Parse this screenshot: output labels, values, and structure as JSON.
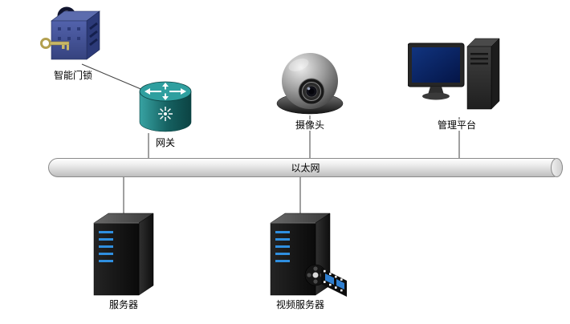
{
  "diagram": {
    "nodes": {
      "smart_lock": {
        "label": "智能门锁"
      },
      "gateway": {
        "label": "网关"
      },
      "camera": {
        "label": "摄像头"
      },
      "management_platform": {
        "label": "管理平台"
      },
      "server": {
        "label": "服务器"
      },
      "video_server": {
        "label": "视频服务器"
      }
    },
    "bus": {
      "label": "以太网"
    },
    "icons": {
      "smart_lock": "smart-lock-icon",
      "gateway": "router-icon",
      "camera": "dome-camera-icon",
      "management_platform": "workstation-icon",
      "server": "server-tower-icon",
      "video_server": "server-tower-icon",
      "video": "film-reel-icon"
    },
    "colors": {
      "lock_blue": "#4a5aa0",
      "gateway_teal": "#1b6b6b",
      "camera_gray": "#9b9b9b",
      "screen_navy": "#0d2f7a",
      "server_black": "#111111",
      "led_blue": "#2f8fe0",
      "film_blue": "#2f7fd0",
      "key_gold": "#c8b767",
      "bus_fill": "#e6e6e6",
      "line_color": "#404040"
    }
  }
}
